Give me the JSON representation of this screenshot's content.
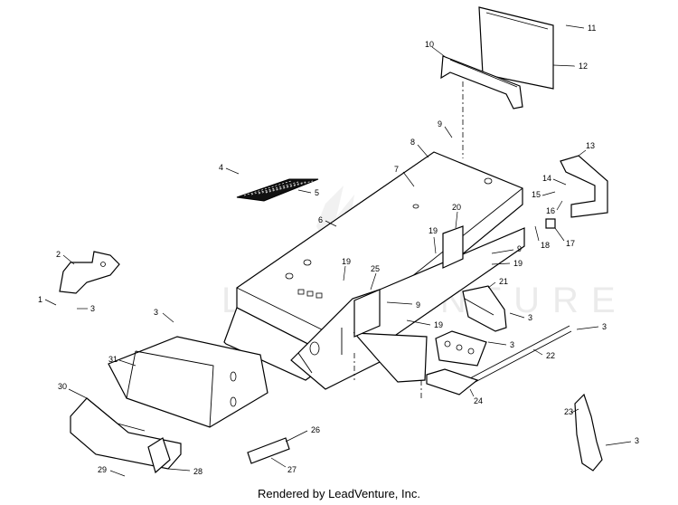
{
  "diagram": {
    "callouts": [
      "1",
      "2",
      "3",
      "4",
      "5",
      "6",
      "7",
      "8",
      "9",
      "10",
      "11",
      "12",
      "13",
      "14",
      "15",
      "16",
      "17",
      "18",
      "19",
      "20",
      "21",
      "22",
      "23",
      "24",
      "25",
      "26",
      "27",
      "28",
      "29",
      "30",
      "31"
    ],
    "watermark": "LEADVENTURE"
  },
  "footer": {
    "text": "Rendered by LeadVenture, Inc."
  }
}
